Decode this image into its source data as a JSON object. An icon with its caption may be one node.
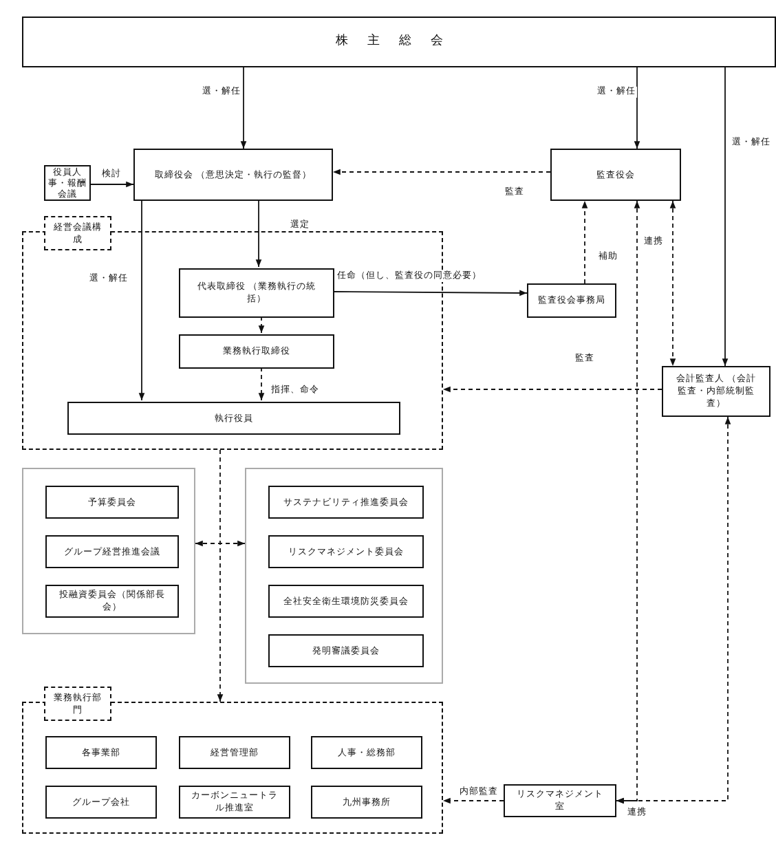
{
  "diagram": {
    "nodes": [
      {
        "text": [
          "株主総会"
        ]
      },
      {
        "text": [
          "役員人事・報酬会議"
        ]
      },
      {
        "text": [
          "取締役会 （意思決定・執行の監督）"
        ]
      },
      {
        "text": [
          "監査役会"
        ]
      },
      {
        "text": [],
        "shape": "box"
      },
      {
        "text": [
          "代表取締役 （業務執行の統括）"
        ],
        "in": 4
      },
      {
        "text": [
          "業務執行取締役"
        ],
        "in": 4
      },
      {
        "text": [
          "執行役員"
        ],
        "in": 4
      },
      {
        "text": [
          "監査役会事務局"
        ]
      },
      {
        "text": [
          "会計監査人 （会計監査・内部統制監査）"
        ]
      },
      {
        "text": [],
        "shape": "box"
      },
      {
        "text": [
          "予算委員会"
        ],
        "in": 10
      },
      {
        "text": [
          "グループ経営推進会議"
        ],
        "in": 10
      },
      {
        "text": [
          "投融資委員会（関係部長会）"
        ],
        "in": 10
      },
      {
        "text": [],
        "shape": "box"
      },
      {
        "text": [
          "サステナビリティ推進委員会"
        ],
        "in": 14
      },
      {
        "text": [
          "リスクマネジメント委員会"
        ],
        "in": 14
      },
      {
        "text": [
          "全社安全衛生環境防災委員会"
        ],
        "in": 14
      },
      {
        "text": [
          "発明審議委員会"
        ],
        "in": 14
      },
      {
        "text": [],
        "shape": "box"
      },
      {
        "text": [
          "各事業部"
        ],
        "in": 19
      },
      {
        "text": [
          "経営管理部"
        ],
        "in": 19
      },
      {
        "text": [
          "人事・総務部"
        ],
        "in": 19
      },
      {
        "text": [
          "グループ会社"
        ],
        "in": 19
      },
      {
        "text": [
          "カーボンニュートラル推進室"
        ],
        "in": 19
      },
      {
        "text": [
          "九州事務所"
        ],
        "in": 19
      },
      {
        "text": [
          "リスクマネジメント室"
        ]
      },
      {
        "text": [
          "経営会議構成"
        ]
      },
      {
        "text": [
          "業務執行部門"
        ]
      }
    ],
    "edges": [
      {
        "from": 0,
        "to": 2,
        "arrow": "to",
        "label": "選・解任"
      },
      {
        "from": 0,
        "to": 3,
        "arrow": "to",
        "label": "選・解任"
      },
      {
        "from": 0,
        "to": 9,
        "arrow": "to",
        "label": "選・解任"
      },
      {
        "from": 1,
        "to": 2,
        "arrow": "to",
        "label": "検討"
      },
      {
        "from": 3,
        "to": 2,
        "arrow": "to",
        "label": "監査",
        "style": "dashed"
      },
      {
        "from": 2,
        "to": 5,
        "arrow": "to",
        "label": "選定"
      },
      {
        "from": 2,
        "to": 7,
        "arrow": "to",
        "label": "選・解任"
      },
      {
        "from": 5,
        "to": 6,
        "arrow": "to",
        "style": "dashed"
      },
      {
        "from": 6,
        "to": 7,
        "arrow": "to",
        "label": "指揮、命令",
        "style": "dashed"
      },
      {
        "from": 5,
        "to": 8,
        "arrow": "to",
        "label": "任命（但し、監査役の同意必要）"
      },
      {
        "from": 8,
        "to": 3,
        "arrow": "to",
        "label": "補助",
        "style": "dashed"
      },
      {
        "from": 3,
        "to": 9,
        "arrow": "both",
        "label": "連携",
        "style": "dashed"
      },
      {
        "from": 9,
        "to": 4,
        "arrow": "to",
        "label": "監査",
        "style": "dashed"
      },
      {
        "from": 4,
        "to": 19,
        "arrow": "to",
        "style": "dashed"
      },
      {
        "from": 10,
        "to": 14,
        "arrow": "both",
        "style": "dashed"
      },
      {
        "from": 26,
        "to": 19,
        "arrow": "to",
        "label": "内部監査",
        "style": "dashed"
      },
      {
        "from": 3,
        "to": 26,
        "arrow": "both",
        "label": "連携",
        "style": "dashed"
      },
      {
        "from": 9,
        "to": 26,
        "arrow": "both",
        "style": "dashed"
      }
    ]
  }
}
